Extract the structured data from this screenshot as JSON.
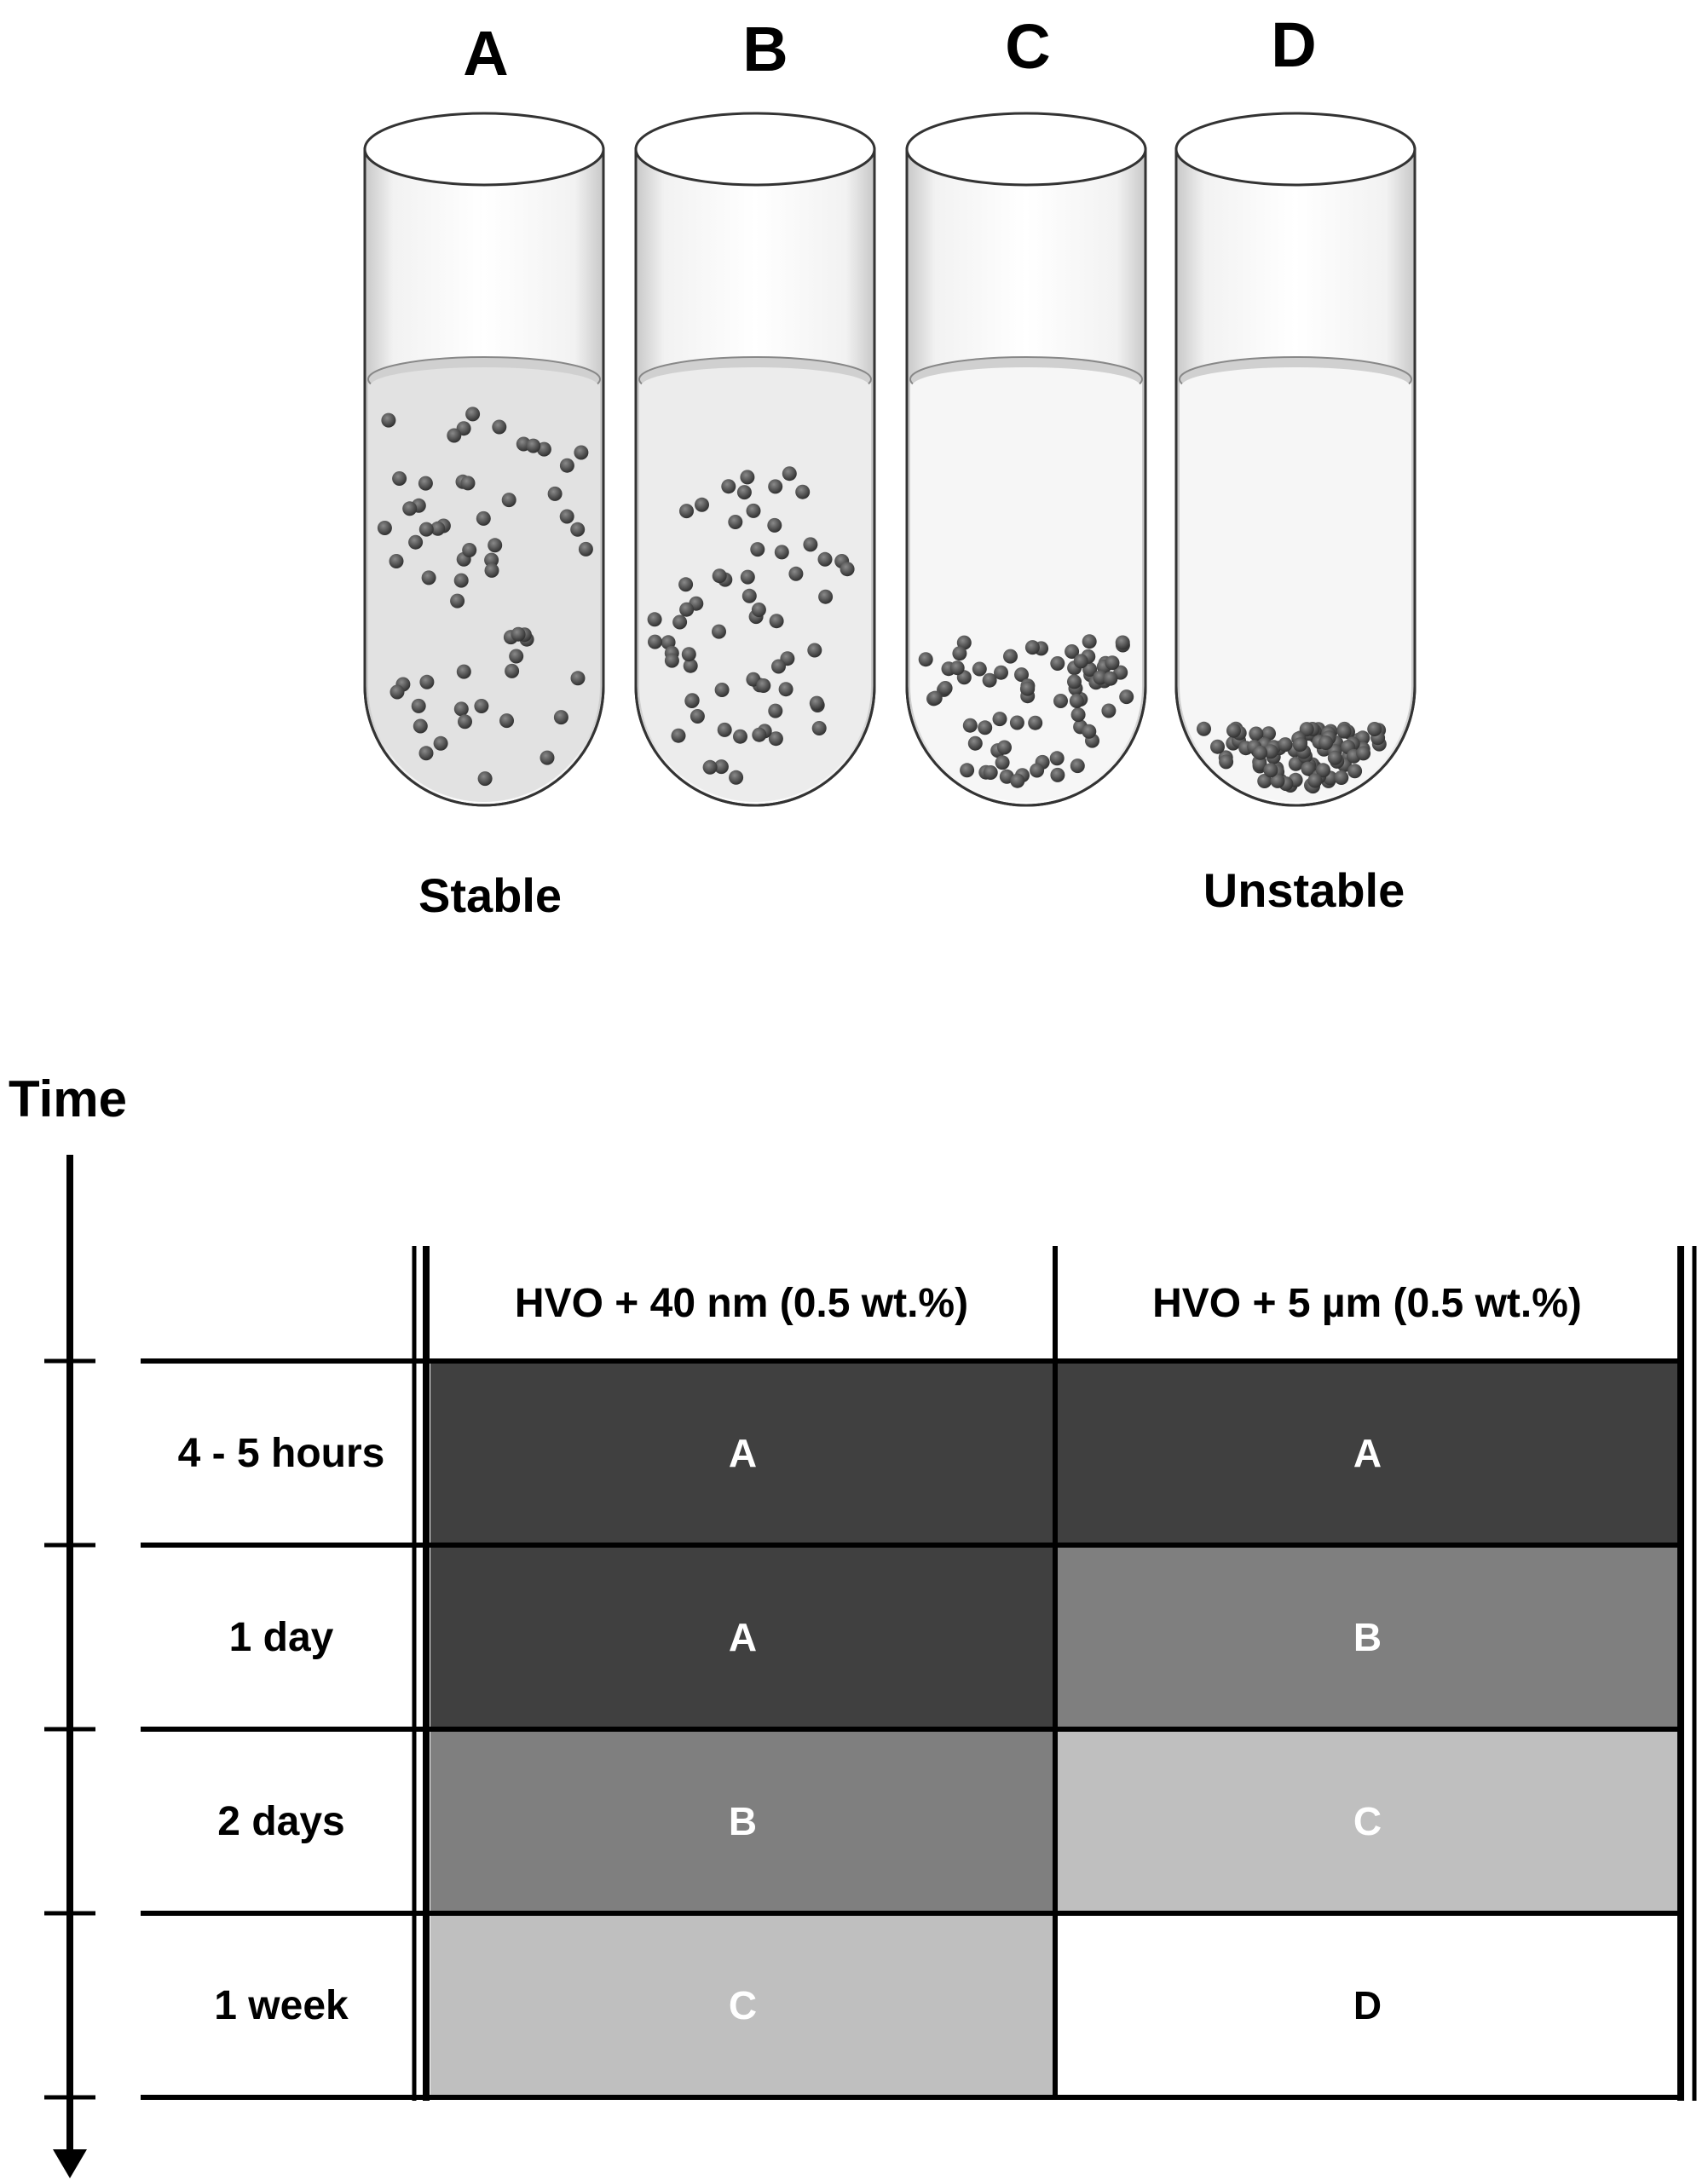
{
  "tubes": [
    {
      "letter": "A",
      "caption": "Stable",
      "state": "dispersed"
    },
    {
      "letter": "B",
      "caption": "",
      "state": "partially-settled"
    },
    {
      "letter": "C",
      "caption": "",
      "state": "mostly-settled"
    },
    {
      "letter": "D",
      "caption": "Unstable",
      "state": "fully-settled"
    }
  ],
  "time_axis": {
    "label": "Time"
  },
  "table": {
    "columns": [
      "HVO + 40 nm (0.5 wt.%)",
      "HVO + 5 µm (0.5 wt.%)"
    ],
    "rows": [
      {
        "label": "4 - 5 hours",
        "cells": [
          "A",
          "A"
        ]
      },
      {
        "label": "1 day",
        "cells": [
          "A",
          "B"
        ]
      },
      {
        "label": "2 days",
        "cells": [
          "B",
          "C"
        ]
      },
      {
        "label": "1 week",
        "cells": [
          "C",
          "D"
        ]
      }
    ]
  },
  "colors": {
    "A": "#404040",
    "B": "#7f7f7f",
    "C": "#bfbfbf",
    "D": "#ffffff",
    "text_on_dark": "#ffffff",
    "text_on_light": "#000000"
  }
}
